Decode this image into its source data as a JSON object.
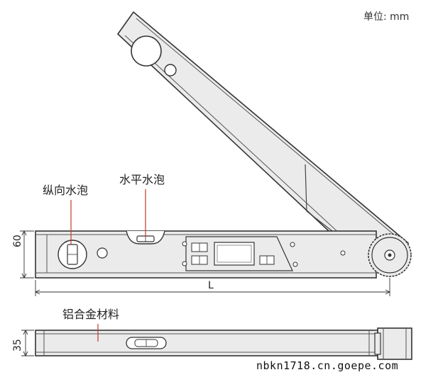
{
  "unit_label": "单位: mm",
  "callouts": {
    "vertical_vial": "纵向水泡",
    "horizontal_vial": "水平水泡",
    "material": "铝合金材料"
  },
  "dimensions": {
    "height": "60",
    "thickness": "35",
    "length": "L"
  },
  "watermark": "nbkn1718.cn.goepe.com",
  "colors": {
    "body_fill": "#ebebeb",
    "outline": "#333333",
    "vial_red": "#c0392b"
  }
}
